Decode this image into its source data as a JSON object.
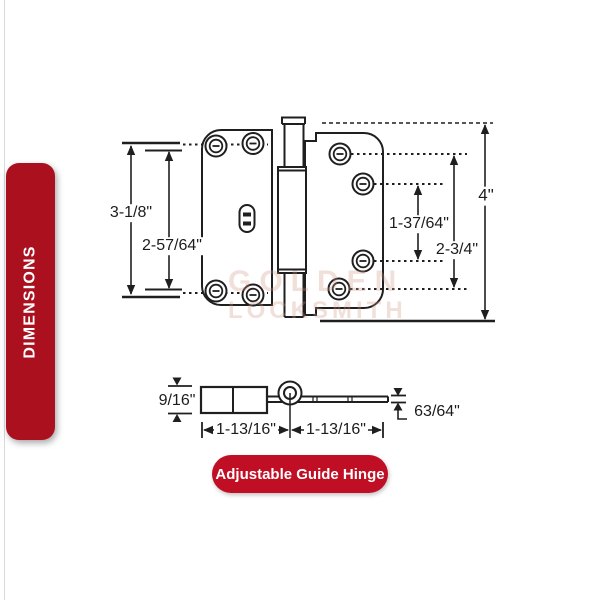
{
  "banner": {
    "label": "DIMENSIONS",
    "bg": "#ab101f"
  },
  "product_badge": {
    "label": "Adjustable Guide Hinge",
    "bg": "#c00f24"
  },
  "watermark": {
    "line1": "GOLDEN",
    "line2": "LOCKSMITH"
  },
  "diagram": {
    "title": "Adjustable Guide Hinge dimension drawing",
    "front_view": {
      "left_plate_screw_span_outer": "3-1/8\"",
      "left_plate_screw_span_inner": "2-57/64\"",
      "right_plate_hole_span_inner": "1-37/64\"",
      "right_plate_screw_span_outer": "2-3/4\"",
      "overall_height": "4\""
    },
    "side_view": {
      "block_height": "9/16\"",
      "left_segment_length": "1-13/16\"",
      "right_segment_length": "1-13/16\"",
      "leaf_thickness": "63/64\""
    }
  }
}
